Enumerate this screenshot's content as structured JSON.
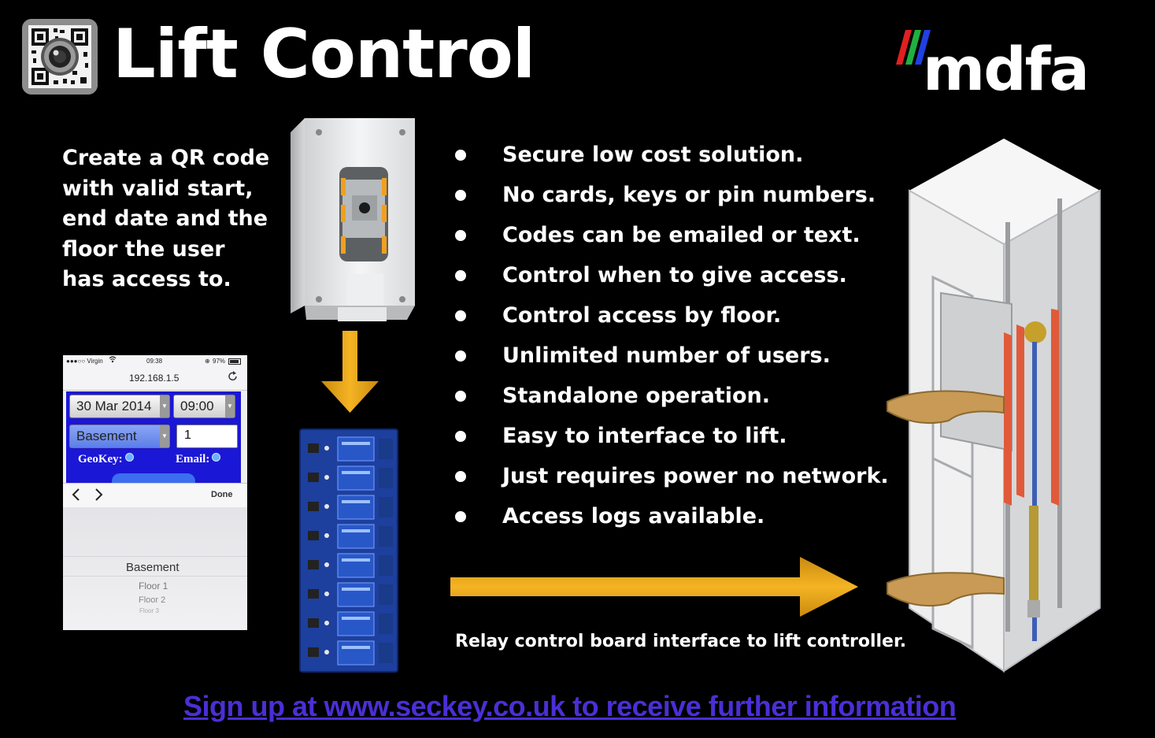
{
  "header": {
    "title": "Lift Control",
    "brand_name": "mdfa"
  },
  "description": {
    "lines": [
      "Create a QR code",
      "with valid start,",
      "end date and the",
      "floor the user",
      "has access to."
    ]
  },
  "phone": {
    "status": {
      "carrier": "●●●○○ Virgin",
      "time": "09:38",
      "battery": "97%"
    },
    "url": "192.168.1.5",
    "form": {
      "date": "30 Mar 2014",
      "time": "09:00",
      "floor": "Basement",
      "quantity": "1",
      "geokey_label": "GeoKey:",
      "email_label": "Email:"
    },
    "toolbar": {
      "done_label": "Done"
    },
    "picker": {
      "options": [
        "Basement",
        "Floor 1",
        "Floor 2",
        "Floor 3"
      ]
    }
  },
  "features": [
    "Secure low cost solution.",
    "No cards, keys or pin numbers.",
    "Codes can be emailed or text.",
    "Control when to give access.",
    "Control access by floor.",
    "Unlimited number of users.",
    "Standalone operation.",
    "Easy to interface to lift.",
    "Just requires power no network.",
    "Access logs available."
  ],
  "relay_caption": "Relay control board interface to lift controller.",
  "signup_link": "Sign up at www.seckey.co.uk to receive further information",
  "colors": {
    "background": "#000000",
    "arrow": "#f0a818",
    "link": "#4a2fd6",
    "phone_form": "#1b17d6",
    "relay_board": "#1d3f9e",
    "logo_red": "#e02020",
    "logo_green": "#20b040",
    "logo_blue": "#2040e0"
  },
  "icons": {
    "header_logo": "qr-camera-icon",
    "reload": "reload-icon",
    "wifi": "wifi-icon",
    "prev": "chevron-left-icon",
    "next": "chevron-right-icon"
  }
}
